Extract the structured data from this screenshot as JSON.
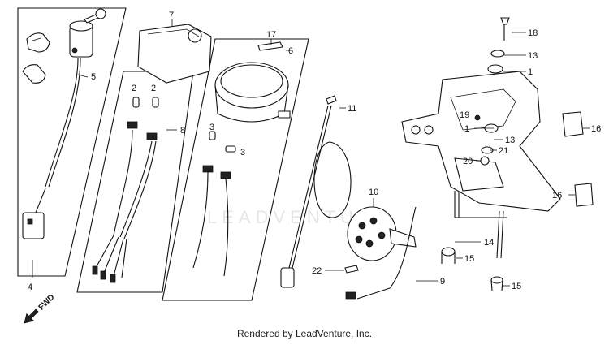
{
  "callouts": {
    "c1a": "1",
    "c1b": "1",
    "c2a": "2",
    "c2b": "2",
    "c3a": "3",
    "c3b": "3",
    "c4": "4",
    "c5": "5",
    "c6": "6",
    "c7": "7",
    "c8": "8",
    "c9": "9",
    "c10": "10",
    "c11": "11",
    "c13a": "13",
    "c13b": "13",
    "c14": "14",
    "c15a": "15",
    "c15b": "15",
    "c16a": "16",
    "c16b": "16",
    "c17": "17",
    "c18": "18",
    "c19": "19",
    "c20": "20",
    "c21": "21",
    "c22": "22"
  },
  "fwd_label": "FWD",
  "watermark": "LEADVENTURE",
  "credit": "Rendered by LeadVenture, Inc."
}
